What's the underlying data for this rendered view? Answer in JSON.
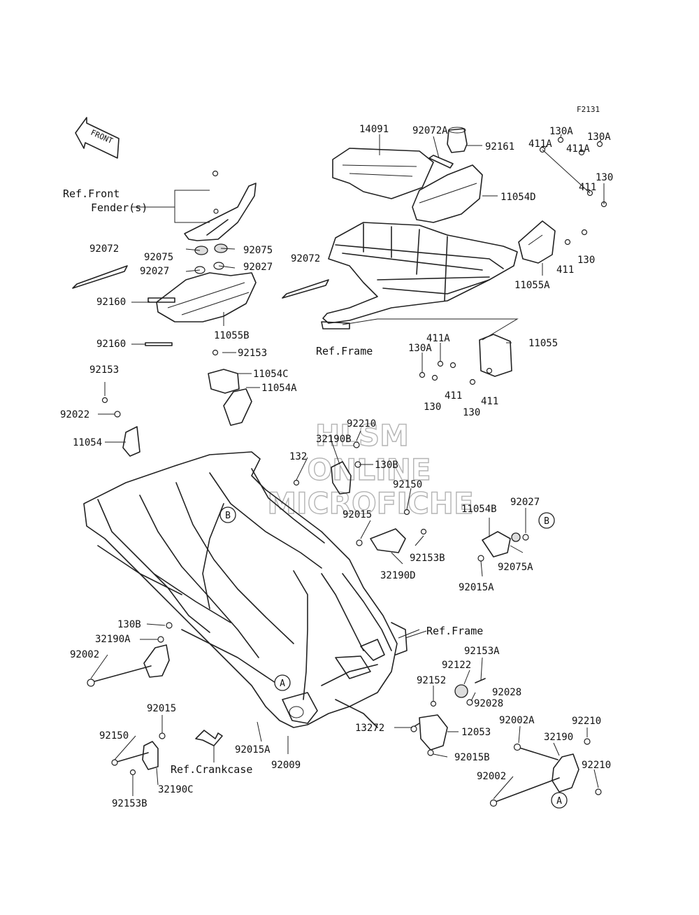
{
  "diagram": {
    "code": "F2131",
    "front_arrow": "FRONT",
    "watermark": [
      "HLSM",
      "ONLINE",
      "MICROFICHE"
    ],
    "ref_labels": {
      "front_fender_1": "Ref.Front",
      "front_fender_2": "Fender(s)",
      "frame_top": "Ref.Frame",
      "frame_right": "Ref.Frame",
      "crankcase": "Ref.Crankcase"
    },
    "markers": {
      "a": "A",
      "b": "B"
    },
    "parts": [
      "14091",
      "92072A",
      "92161",
      "11054D",
      "411A",
      "130A",
      "411A",
      "130A",
      "130",
      "411",
      "130",
      "411",
      "11055A",
      "92072",
      "92075",
      "92075",
      "92027",
      "92027",
      "92072",
      "92160",
      "11055B",
      "92160",
      "92153",
      "11054C",
      "11054A",
      "92153",
      "92022",
      "11054",
      "411A",
      "130A",
      "11055",
      "130",
      "411",
      "130",
      "411",
      "92210",
      "32190B",
      "132",
      "130B",
      "92150",
      "92015",
      "11054B",
      "92027",
      "92153B",
      "32190D",
      "92075A",
      "92015A",
      "130B",
      "32190A",
      "92002",
      "92153A",
      "92122",
      "92028",
      "92152",
      "92028",
      "92015",
      "92150",
      "13272",
      "12053",
      "92002A",
      "92210",
      "32190",
      "92210",
      "92015A",
      "92009",
      "92015B",
      "32190C",
      "92153B",
      "92002"
    ]
  }
}
